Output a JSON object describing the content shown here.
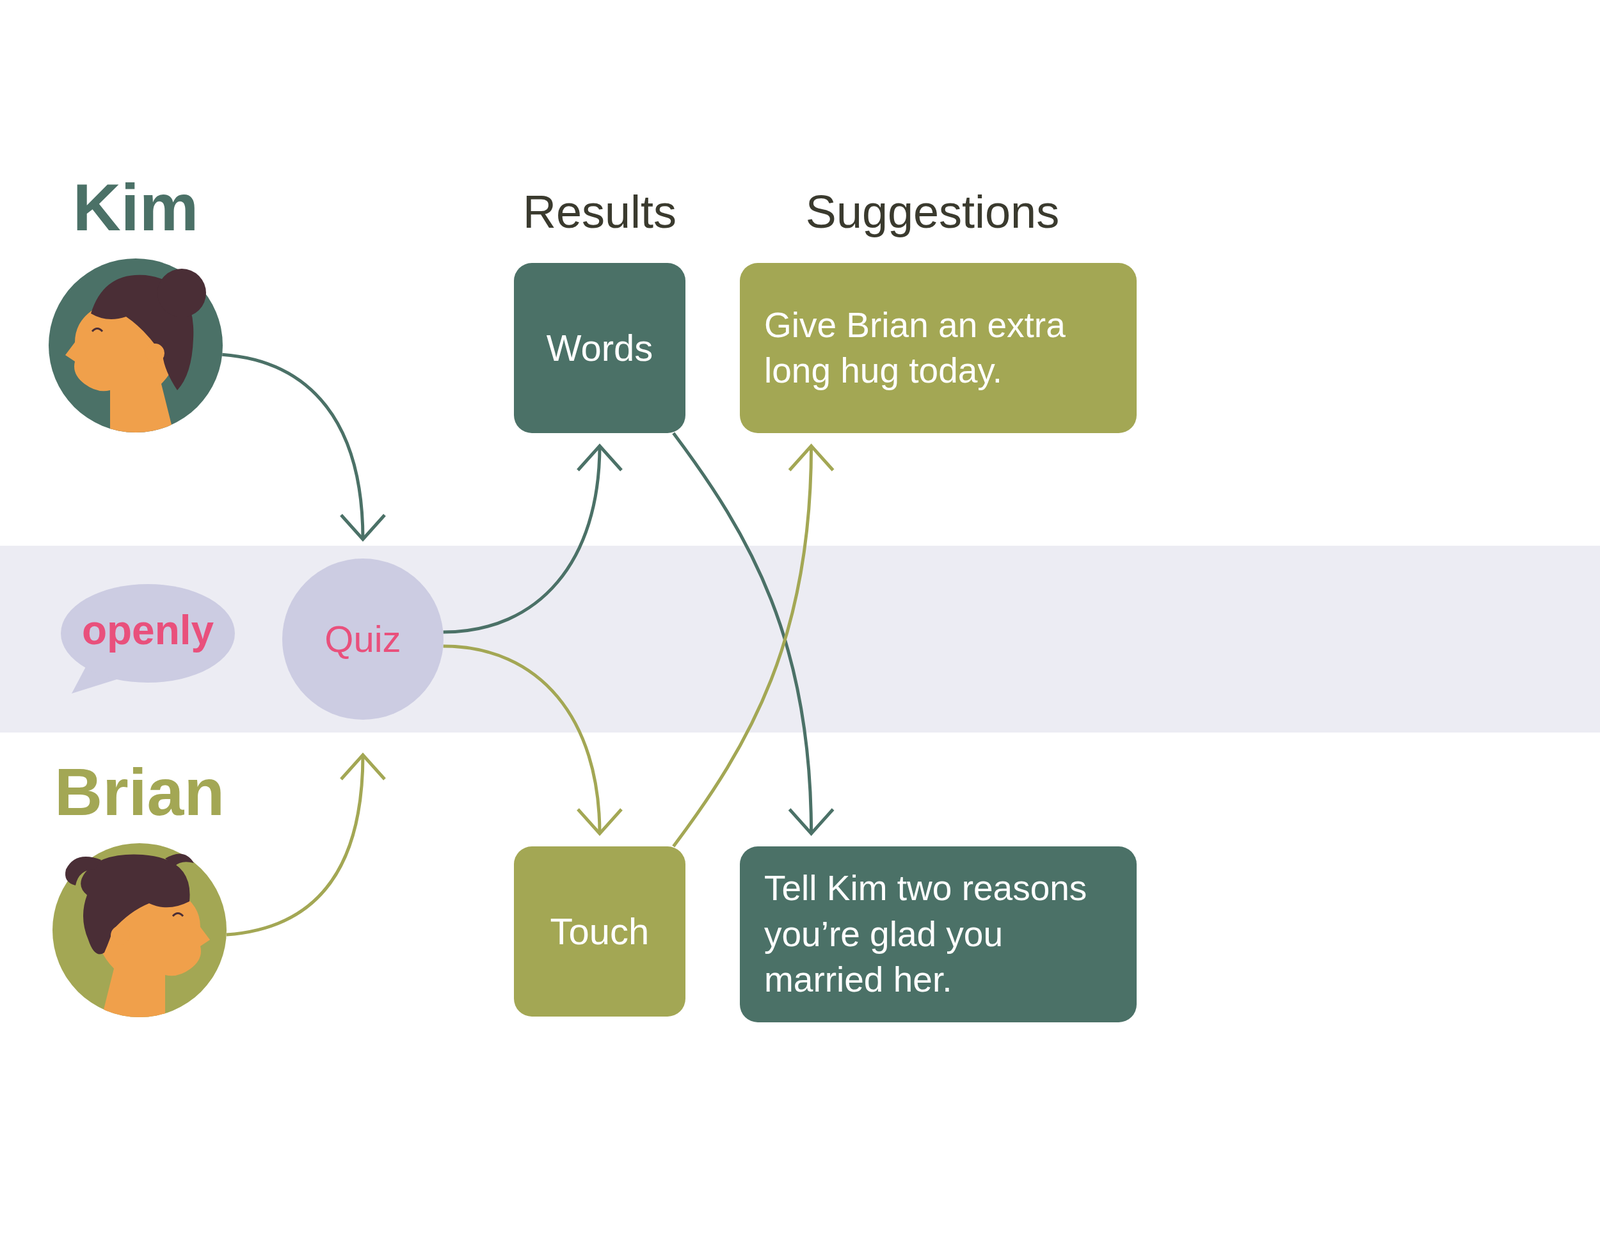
{
  "diagram": {
    "nodes": [
      {
        "text": [
          "Kim"
        ]
      },
      {
        "text": [
          "openly"
        ]
      },
      {
        "text": [
          "Quiz"
        ]
      },
      {
        "text": [
          "Brian"
        ]
      },
      {
        "text": [
          "Words"
        ]
      },
      {
        "text": [
          "Touch"
        ]
      },
      {
        "text": [
          "Give Brian an extra long hug today."
        ]
      },
      {
        "text": [
          "Tell Kim two reasons you’re glad you married her."
        ]
      }
    ],
    "edges": [
      {
        "from": 0,
        "to": 2,
        "arrow": "to"
      },
      {
        "from": 3,
        "to": 2,
        "arrow": "to"
      },
      {
        "from": 2,
        "to": 4,
        "arrow": "to"
      },
      {
        "from": 2,
        "to": 5,
        "arrow": "to"
      },
      {
        "from": 4,
        "to": 7,
        "arrow": "to"
      },
      {
        "from": 5,
        "to": 6,
        "arrow": "to"
      }
    ],
    "labels": [
      "Results",
      "Suggestions"
    ]
  }
}
